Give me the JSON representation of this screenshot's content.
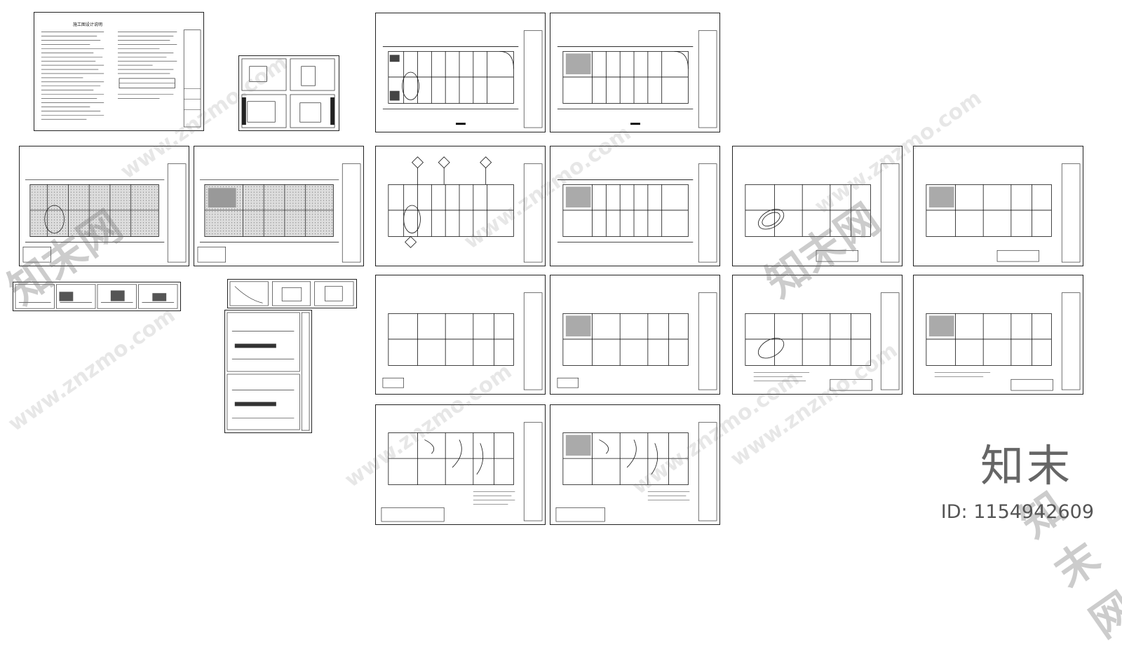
{
  "watermark": {
    "url": "www.znzmo.com",
    "cn": "知末网"
  },
  "brand": {
    "logo": "知末",
    "id_label": "ID: 1154942609"
  },
  "sheets": {
    "notes_title": "施工图设计说明"
  }
}
